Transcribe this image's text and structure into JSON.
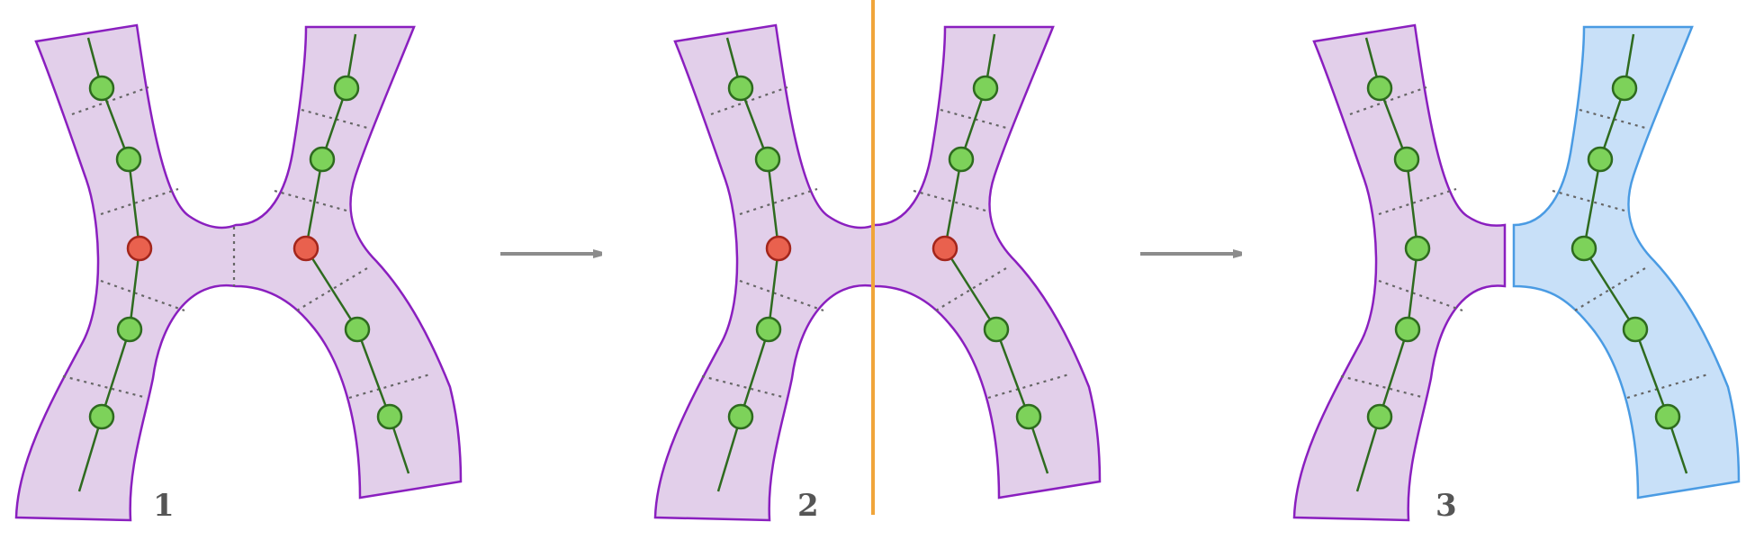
{
  "panels": [
    {
      "label": "1",
      "state": "before"
    },
    {
      "label": "2",
      "state": "cut"
    },
    {
      "label": "3",
      "state": "split"
    }
  ],
  "colors": {
    "band_fill": "#e2cfea",
    "band_stroke": "#8a1fbf",
    "band2_fill": "#c8e0f8",
    "band2_stroke": "#4a9be3",
    "skeleton": "#2e6b1f",
    "node_green": "#7dd25a",
    "node_green_stroke": "#2e6b1f",
    "node_red": "#e9614e",
    "node_red_stroke": "#a3261c",
    "cut_line": "#f0a53a",
    "arrow": "#8c8c8c",
    "dotted": "#666666"
  }
}
